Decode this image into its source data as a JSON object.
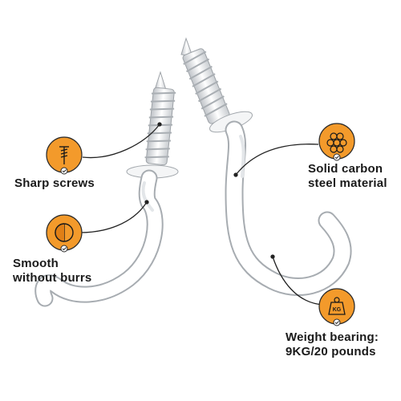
{
  "colors": {
    "badge_orange": "#f39a2b",
    "badge_stroke": "#2a2a2a",
    "hook_white": "#ffffff",
    "hook_shade": "#d9dce0",
    "leader_line": "#222222"
  },
  "features": [
    {
      "id": "sharp",
      "icon": "screw-icon",
      "label": "Sharp screws"
    },
    {
      "id": "smooth",
      "icon": "half-circle-icon",
      "label_line1": "Smooth",
      "label_line2": "without burrs"
    },
    {
      "id": "steel",
      "icon": "steel-rods-icon",
      "label_line1": "Solid carbon",
      "label_line2": "steel material"
    },
    {
      "id": "weight",
      "icon": "weight-icon",
      "icon_text": "KG",
      "label_line1": "Weight bearing:",
      "label_line2": "9KG/20 pounds"
    }
  ]
}
